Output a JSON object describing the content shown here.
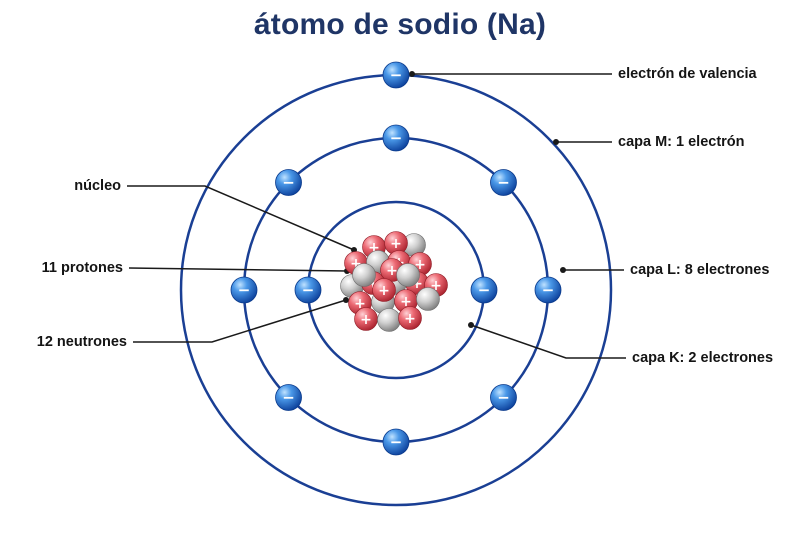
{
  "title": "átomo de sodio (Na)",
  "labels": {
    "valence_electron": "electrón de valencia",
    "shell_m": "capa M: 1 electrón",
    "shell_l": "capa L: 8 electrones",
    "shell_k": "capa K: 2 electrones",
    "nucleus": "núcleo",
    "protons": "11 protones",
    "neutrons": "12 neutrones"
  },
  "symbols": {
    "electron": "−",
    "proton": "+"
  },
  "colors": {
    "title": "#1f3566",
    "orbit": "#1a3f94",
    "electron": "#2e7bd6",
    "proton": "#e0525f",
    "neutron": "#c8c8c8",
    "leader_line": "#1a1a1a"
  },
  "shells": [
    {
      "name": "K",
      "electrons": 2
    },
    {
      "name": "L",
      "electrons": 8
    },
    {
      "name": "M",
      "electrons": 1
    }
  ],
  "nucleus": {
    "protons": 11,
    "neutrons": 12
  }
}
